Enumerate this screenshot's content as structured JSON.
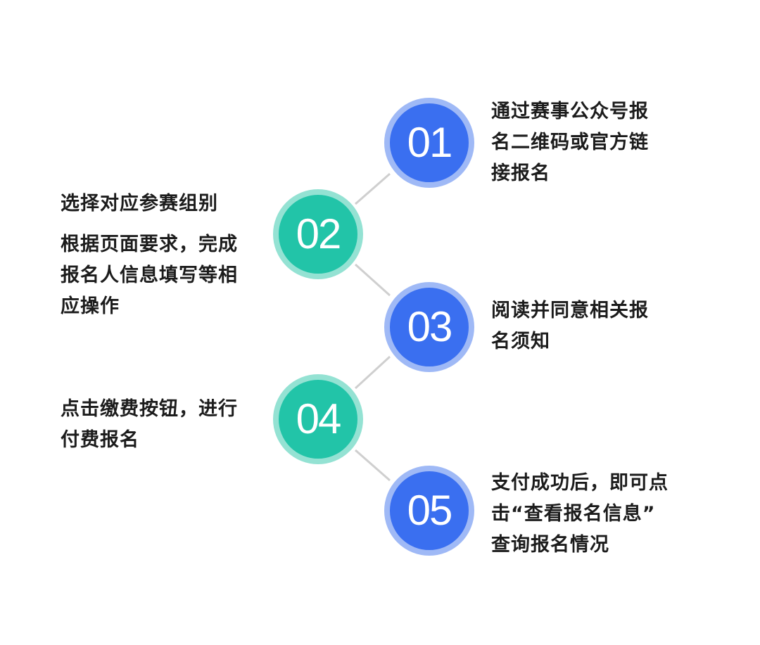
{
  "colors": {
    "blue": "#3a6ff0",
    "blue_ring": "#9fb9f6",
    "teal": "#22c4a8",
    "teal_ring": "#94e2d3",
    "connector": "#cfcfcf",
    "text": "#1c1c1c"
  },
  "steps": [
    {
      "number": "01",
      "color": "blue",
      "paragraphs": [
        "通过赛事公众号报\n名二维码或官方链\n接报名"
      ]
    },
    {
      "number": "02",
      "color": "teal",
      "paragraphs": [
        "选择对应参赛组别",
        "根据页面要求，完成\n报名人信息填写等相\n应操作"
      ]
    },
    {
      "number": "03",
      "color": "blue",
      "paragraphs": [
        "阅读并同意相关报\n名须知"
      ]
    },
    {
      "number": "04",
      "color": "teal",
      "paragraphs": [
        "点击缴费按钮，进行\n付费报名"
      ]
    },
    {
      "number": "05",
      "color": "blue",
      "paragraphs": [
        "支付成功后，即可点\n击“查看报名信息”\n查询报名情况"
      ]
    }
  ]
}
